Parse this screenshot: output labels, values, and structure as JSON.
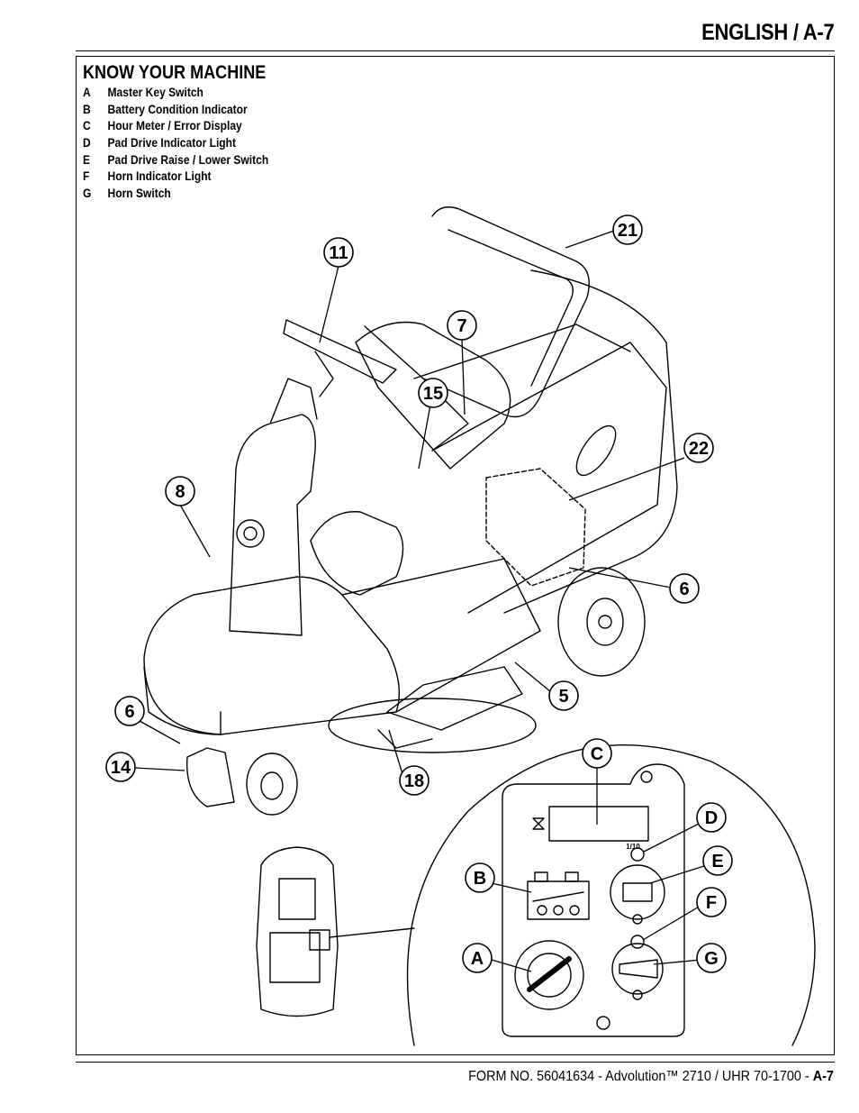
{
  "header": {
    "title": "ENGLISH / A-7"
  },
  "section": {
    "title": "KNOW YOUR MACHINE"
  },
  "legend": [
    {
      "key": "A",
      "label": "Master Key Switch"
    },
    {
      "key": "B",
      "label": "Battery Condition Indicator"
    },
    {
      "key": "C",
      "label": "Hour Meter / Error Display"
    },
    {
      "key": "D",
      "label": "Pad Drive Indicator Light"
    },
    {
      "key": "E",
      "label": "Pad Drive Raise / Lower Switch"
    },
    {
      "key": "F",
      "label": "Horn Indicator Light"
    },
    {
      "key": "G",
      "label": "Horn Switch"
    }
  ],
  "callouts": {
    "c11": "11",
    "c21": "21",
    "c7": "7",
    "c15": "15",
    "c22": "22",
    "c8": "8",
    "c6a": "6",
    "c5": "5",
    "c6b": "6",
    "c14": "14",
    "c18": "18",
    "cC": "C",
    "cD": "D",
    "cE": "E",
    "cB": "B",
    "cF": "F",
    "cA": "A",
    "cG": "G"
  },
  "panel": {
    "scale_label": "1/10"
  },
  "footer": {
    "form": "FORM NO. 56041634 - Advolution™ 2710 / UHR 70-1700 - ",
    "page": "A-7"
  }
}
